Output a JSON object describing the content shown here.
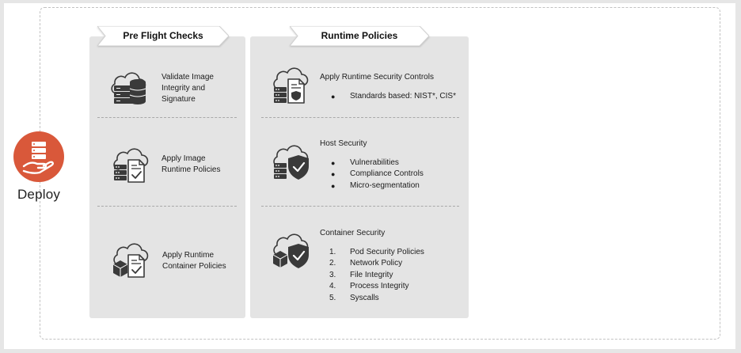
{
  "deploy": {
    "label": "Deploy",
    "icon": "hand-server-icon",
    "color": "#d9583a"
  },
  "pre_flight": {
    "title": "Pre Flight Checks",
    "items": [
      {
        "lines": [
          "Validate Image",
          "Integrity and",
          "Signature"
        ],
        "icon": "cloud-database-icon"
      },
      {
        "lines": [
          "Apply Image",
          "Runtime Policies"
        ],
        "icon": "cloud-server-document-check-icon"
      },
      {
        "lines": [
          "Apply Runtime",
          "Container Policies"
        ],
        "icon": "cloud-container-document-check-icon"
      }
    ]
  },
  "runtime": {
    "title": "Runtime Policies",
    "sections": [
      {
        "heading": "Apply Runtime Security Controls",
        "list_type": "bullet",
        "items": [
          "Standards based: NIST*, CIS*"
        ],
        "icon": "cloud-server-document-shield-icon"
      },
      {
        "heading": "Host Security",
        "list_type": "bullet",
        "items": [
          "Vulnerabilities",
          "Compliance Controls",
          "Micro-segmentation"
        ],
        "icon": "cloud-server-shield-check-icon"
      },
      {
        "heading": "Container Security",
        "list_type": "numbered",
        "items": [
          "Pod Security Policies",
          "Network Policy",
          "File Integrity",
          "Process Integrity",
          "Syscalls"
        ],
        "icon": "cloud-container-shield-check-icon"
      }
    ]
  }
}
